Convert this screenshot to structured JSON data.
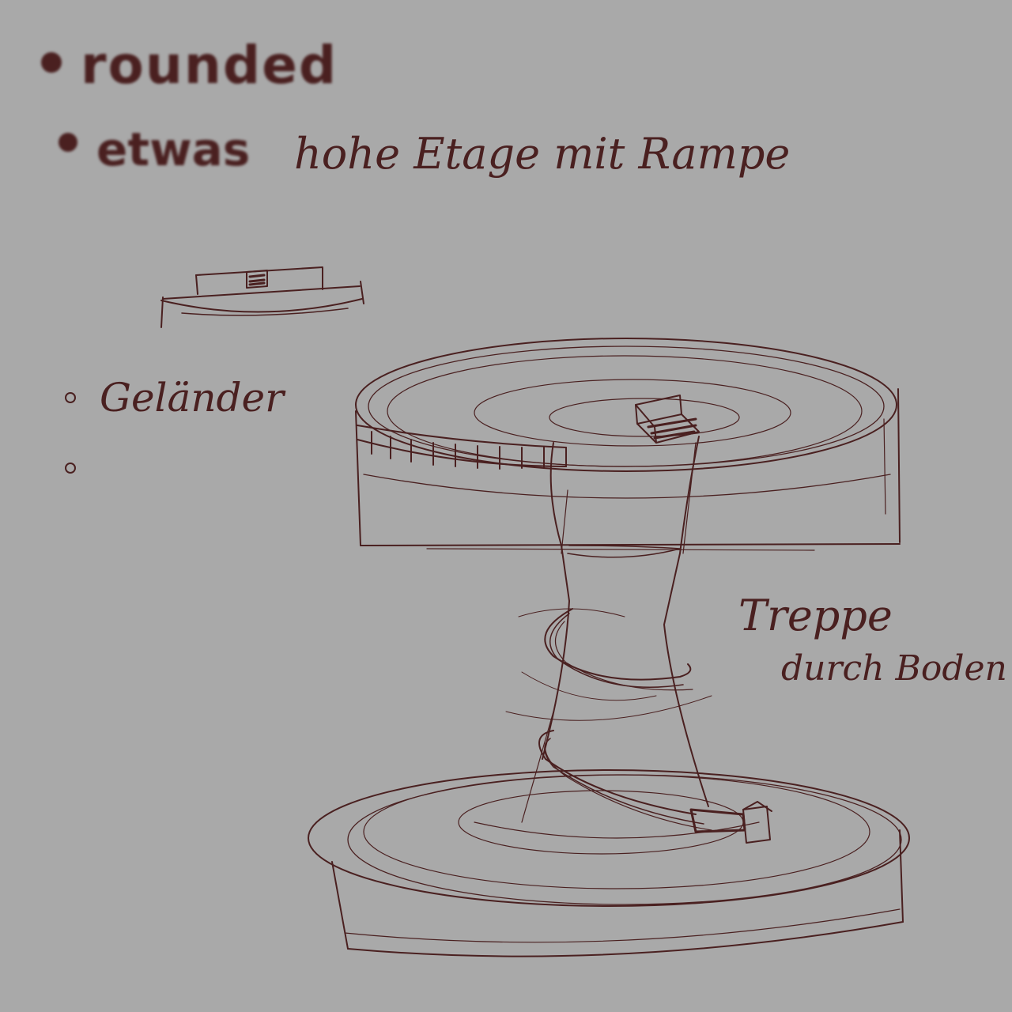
{
  "notes": {
    "bullet_1": "rounded",
    "bullet_2_emphasis": "etwas",
    "bullet_2_rest": "hohe Etage mit Rampe",
    "bullet_3": "Geländer",
    "stair_label_line1": "Treppe",
    "stair_label_line2": "durch Boden"
  },
  "colors": {
    "paper": "#a9a9a9",
    "ink": "#4a2020"
  }
}
